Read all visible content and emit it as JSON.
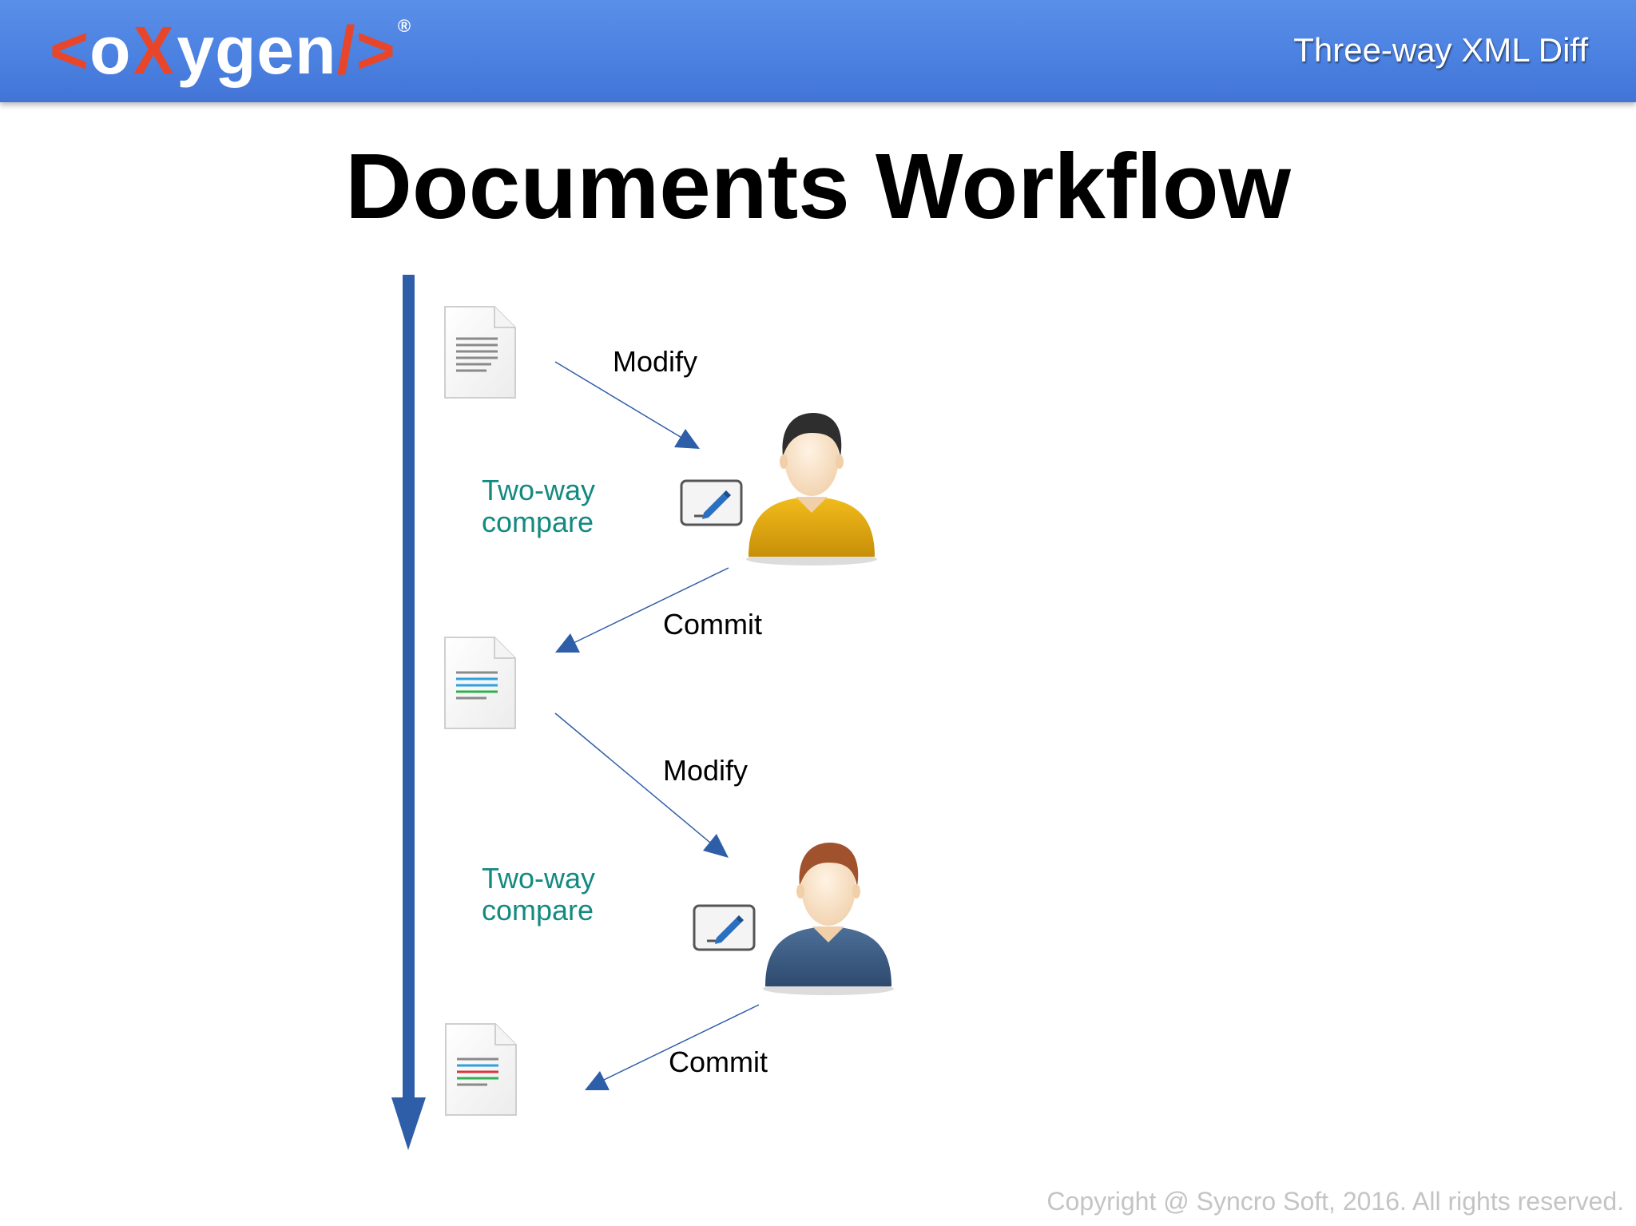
{
  "header": {
    "logo_text": "<oXygen/>",
    "title": "Three-way XML Diff"
  },
  "slide_title": "Documents Workflow",
  "workflow": {
    "step1_modify": "Modify",
    "step1_compare_line1": "Two-way",
    "step1_compare_line2": "compare",
    "step1_commit": "Commit",
    "step2_modify": "Modify",
    "step2_compare_line1": "Two-way",
    "step2_compare_line2": "compare",
    "step2_commit": "Commit"
  },
  "footer": {
    "copyright": "Copyright @ Syncro Soft, 2016. All rights reserved."
  },
  "colors": {
    "header_blue": "#4a80e0",
    "timeline_blue": "#2f5ea8",
    "compare_teal": "#138a80",
    "logo_red": "#e8462a",
    "user1_shirt": "#e0a812",
    "user2_shirt": "#3f5f86"
  },
  "icons": [
    "document-icon",
    "user-icon",
    "edit-icon",
    "arrow-icon"
  ]
}
